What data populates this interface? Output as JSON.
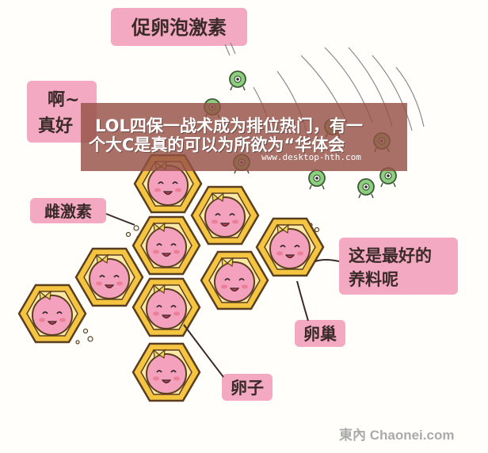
{
  "labels": {
    "fsh": "促卵泡激素",
    "ah": "啊~",
    "zhen": "真好",
    "estrogen": "雌激素",
    "nutrition_1": "这是最好的",
    "nutrition_2": "养料呢",
    "ovary": "卵巢",
    "egg": "卵子"
  },
  "overlay": {
    "line1": "LOL四保一战术成为排位热门，有一",
    "line2": "个大C是真的可以为所欲为“华体会",
    "url": "www.desktop-hth.com"
  },
  "watermark": "東內 Chaonei.com",
  "colors": {
    "hex_fill": "#f5c542",
    "hex_stroke": "#5a3f1f",
    "cell_pink": "#f3a1bd",
    "bow": "#f0d85a",
    "label_box": "#f4a9c2",
    "germ": "#8ccf7e",
    "overlay": "#965046"
  }
}
